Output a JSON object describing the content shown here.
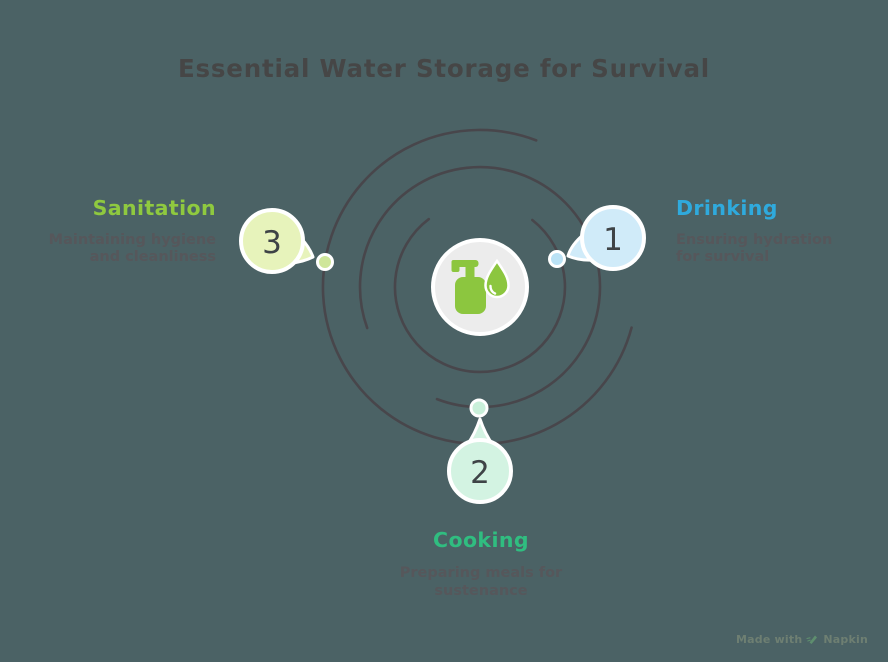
{
  "background_color": "#4b6265",
  "title": {
    "text": "Essential Water Storage for Survival",
    "color": "#464646"
  },
  "spiral": {
    "stroke_color": "#48464b"
  },
  "center_icon": {
    "name": "soap-bottle-with-water-droplet",
    "icon_color": "#8cc63f",
    "circle_fill": "#ececec"
  },
  "items": [
    {
      "number": "1",
      "label": "Drinking",
      "heading_color": "#2faadd",
      "desc_lines": [
        "Ensuring hydration",
        "for survival"
      ],
      "bubble_fill": "#d0ebf9",
      "dot_fill": "#bae2f5"
    },
    {
      "number": "2",
      "label": "Cooking",
      "heading_color": "#30bd80",
      "desc_lines": [
        "Preparing meals for",
        "sustenance"
      ],
      "bubble_fill": "#d3f3e2",
      "dot_fill": "#c9f0da"
    },
    {
      "number": "3",
      "label": "Sanitation",
      "heading_color": "#8fc93f",
      "desc_lines": [
        "Maintaining hygiene",
        "and cleanliness"
      ],
      "bubble_fill": "#e7f3bb",
      "dot_fill": "#cfe69a"
    }
  ],
  "footer": {
    "made_with": "Made with",
    "brand": "Napkin"
  }
}
